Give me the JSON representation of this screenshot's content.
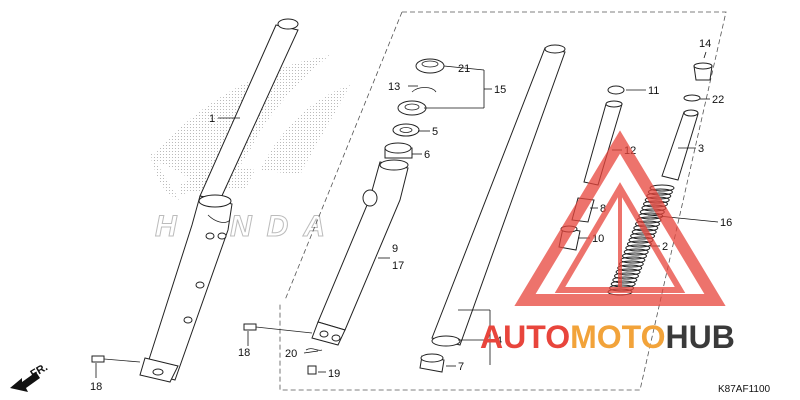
{
  "diagram": {
    "code": "K87AF1100",
    "direction_label": "FR.",
    "brand_watermark": "HONDA",
    "watermark": {
      "part1": "AUTO",
      "part2": "MOTO",
      "part3": "HUB"
    },
    "colors": {
      "watermark_red": "#e8453c",
      "watermark_orange": "#f2a33a",
      "watermark_dark": "#3a3a3a"
    },
    "callouts": [
      "1",
      "2",
      "3",
      "4",
      "5",
      "6",
      "7",
      "8",
      "9",
      "10",
      "11",
      "12",
      "13",
      "14",
      "15",
      "16",
      "17",
      "18",
      "18",
      "19",
      "20",
      "21",
      "22"
    ]
  }
}
